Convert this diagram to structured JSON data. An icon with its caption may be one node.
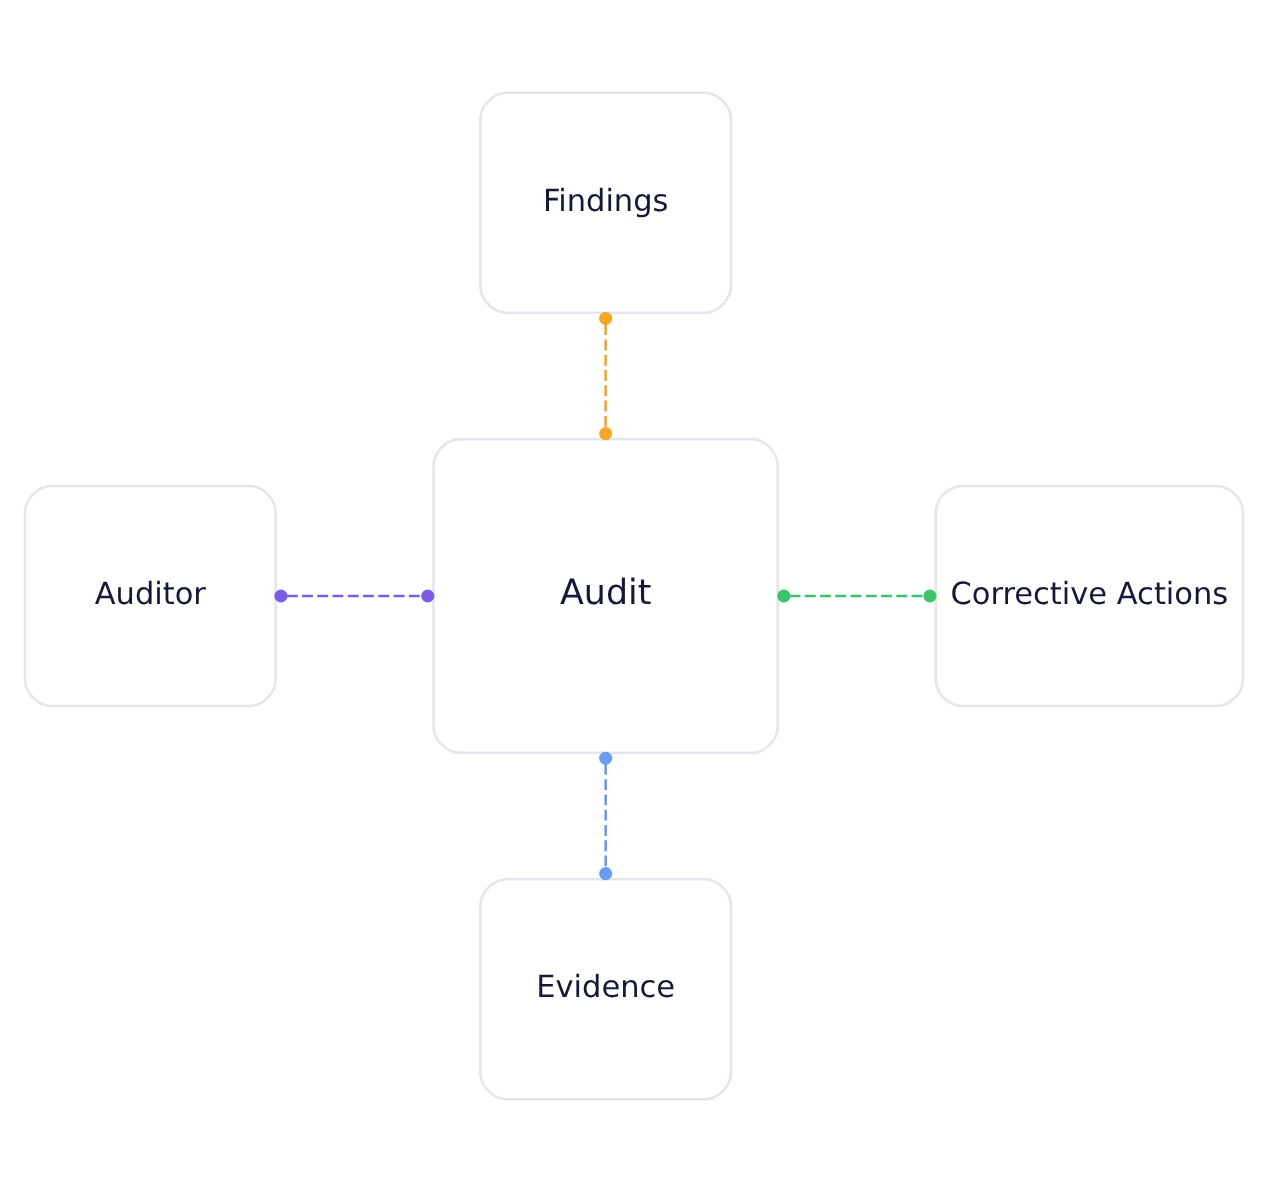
{
  "diagram": {
    "nodes": [
      {
        "text": [
          "Findings"
        ]
      },
      {
        "text": [
          "Auditor"
        ]
      },
      {
        "text": [
          "Audit"
        ]
      },
      {
        "text": [
          "Corrective Actions"
        ]
      },
      {
        "text": [
          "Evidence"
        ]
      }
    ],
    "edges": [
      {
        "from": 0,
        "to": 2,
        "arrow": "other",
        "style": "dashed",
        "color": "#f5a623"
      },
      {
        "from": 1,
        "to": 2,
        "arrow": "other",
        "style": "dashed",
        "color": "#7c5ce6"
      },
      {
        "from": 2,
        "to": 3,
        "arrow": "other",
        "style": "dashed",
        "color": "#3cc46a"
      },
      {
        "from": 2,
        "to": 4,
        "arrow": "other",
        "style": "dashed",
        "color": "#6b9cf0"
      }
    ]
  }
}
